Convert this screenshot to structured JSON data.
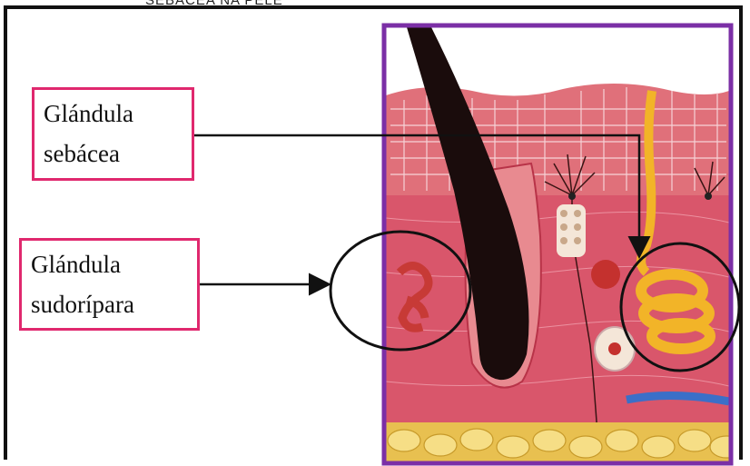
{
  "caption": "SEBÁCEA NA PELE",
  "labels": {
    "sebacea": {
      "line1": "Glándula",
      "line2": "sebácea"
    },
    "sudoripara": {
      "line1": "Glándula",
      "line2": "sudorípara"
    }
  },
  "colors": {
    "label_border": "#e0286e",
    "panel_border": "#7b2fa6",
    "skin": "#d8556a",
    "hair": "#1a0c0c",
    "sweat_gland": "#f2b428",
    "fat": "#f0cf60"
  }
}
